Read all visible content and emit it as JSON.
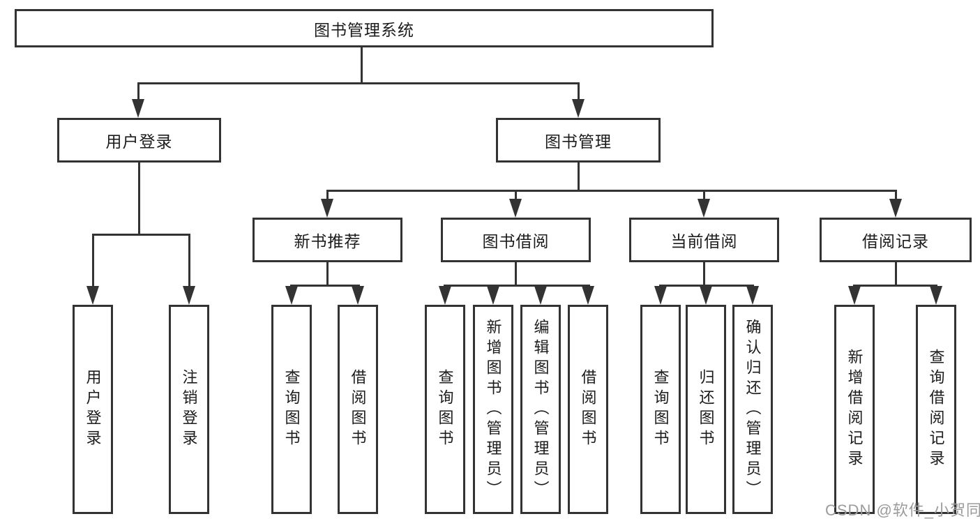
{
  "tree": {
    "root": {
      "label": "图书管理系统",
      "children": [
        {
          "label": "用户登录",
          "children": [
            {
              "label": "用户登录"
            },
            {
              "label": "注销登录"
            }
          ]
        },
        {
          "label": "图书管理",
          "children": [
            {
              "label": "新书推荐",
              "children": [
                {
                  "label": "查询图书"
                },
                {
                  "label": "借阅图书"
                }
              ]
            },
            {
              "label": "图书借阅",
              "children": [
                {
                  "label": "查询图书"
                },
                {
                  "label": "新增图书（管理员）"
                },
                {
                  "label": "编辑图书（管理员）"
                },
                {
                  "label": "借阅图书"
                }
              ]
            },
            {
              "label": "当前借阅",
              "children": [
                {
                  "label": "查询图书"
                },
                {
                  "label": "归还图书"
                },
                {
                  "label": "确认归还（管理员）"
                }
              ]
            },
            {
              "label": "借阅记录",
              "children": [
                {
                  "label": "新增借阅记录"
                },
                {
                  "label": "查询借阅记录"
                }
              ]
            }
          ]
        }
      ]
    }
  },
  "watermark": {
    "text": "CSDN @软件_小贺同学"
  },
  "colors": {
    "line": "#333333",
    "text": "#1c1c1c",
    "background": "#ffffff",
    "watermark": "#9b9b9b"
  }
}
